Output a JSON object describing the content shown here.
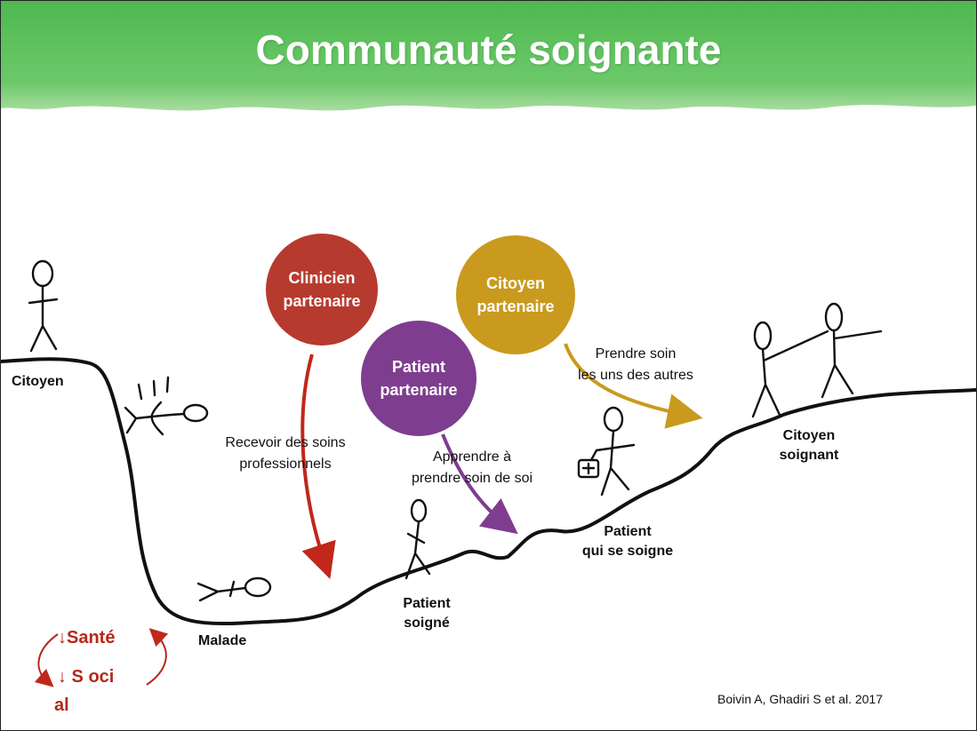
{
  "title": "Communauté soignante",
  "colors": {
    "header_green": "#5fc25c",
    "clinicien": "#b73a2e",
    "patient": "#7e3d8f",
    "citoyen": "#c99a1d",
    "social": "#b5271a"
  },
  "circles": {
    "clinicien": [
      "Clinicien",
      "partenaire"
    ],
    "patient": [
      "Patient",
      "partenaire"
    ],
    "citoyen": [
      "Citoyen",
      "partenaire"
    ]
  },
  "captions": {
    "recevoir": [
      "Recevoir des soins",
      "professionnels"
    ],
    "apprendre": [
      "Apprendre à",
      "prendre soin de soi"
    ],
    "prendre": [
      "Prendre soin",
      "les uns des autres"
    ]
  },
  "stages": {
    "citoyen": "Citoyen",
    "malade": "Malade",
    "patient_soigne": [
      "Patient",
      "soigné"
    ],
    "patient_qui": [
      "Patient",
      "qui se soigne"
    ],
    "citoyen_soignant": [
      "Citoyen",
      "soignant"
    ]
  },
  "social": {
    "line1": "↓Santé",
    "line2": "↓ S oci",
    "line3": "al"
  },
  "citation": "Boivin A, Ghadiri S et al. 2017"
}
